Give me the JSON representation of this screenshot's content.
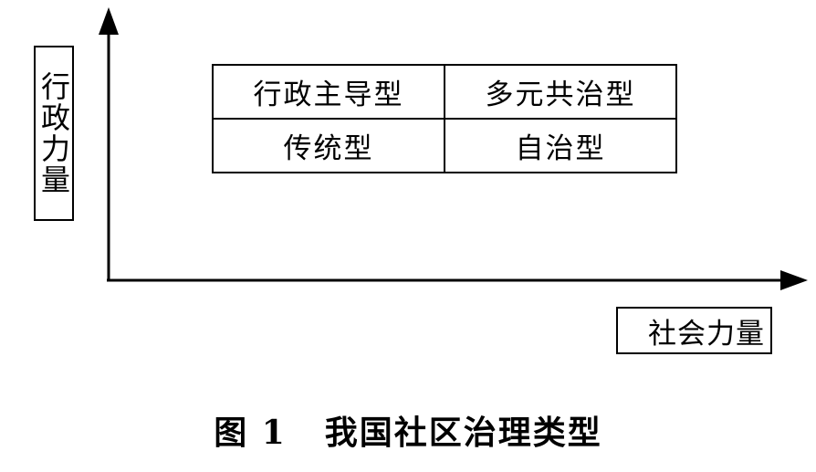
{
  "y_axis_label": "行政力量",
  "x_axis_label": "社会力量",
  "grid": {
    "top_left": "行政主导型",
    "top_right": "多元共治型",
    "bottom_left": "传统型",
    "bottom_right": "自治型"
  },
  "caption": {
    "figure_number": "图 1",
    "title": "我国社区治理类型"
  }
}
